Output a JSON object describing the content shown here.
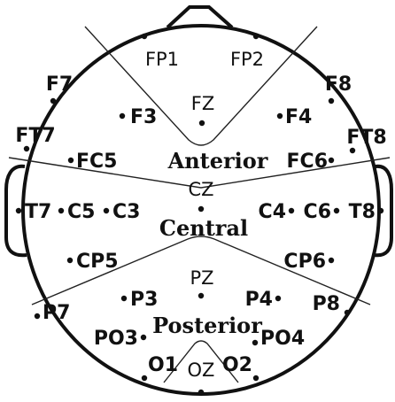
{
  "diagram": {
    "regions": {
      "anterior": "Anterior",
      "central": "Central",
      "posterior": "Posterior"
    },
    "electrodes": {
      "fp1": "FP1",
      "fp2": "FP2",
      "f7": "F7",
      "f8": "F8",
      "fz": "FZ",
      "f3": "F3",
      "f4": "F4",
      "ft7": "FT7",
      "ft8": "FT8",
      "fc5": "FC5",
      "fc6": "FC6",
      "cz": "CZ",
      "t7": "T7",
      "c5": "C5",
      "c3": "C3",
      "c4": "C4",
      "c6": "C6",
      "t8": "T8",
      "cp5": "CP5",
      "cp6": "CP6",
      "pz": "PZ",
      "p3": "P3",
      "p4": "P4",
      "p7": "P7",
      "p8": "P8",
      "po3": "PO3",
      "po4": "PO4",
      "o1": "O1",
      "o2": "O2",
      "oz": "OZ"
    }
  }
}
